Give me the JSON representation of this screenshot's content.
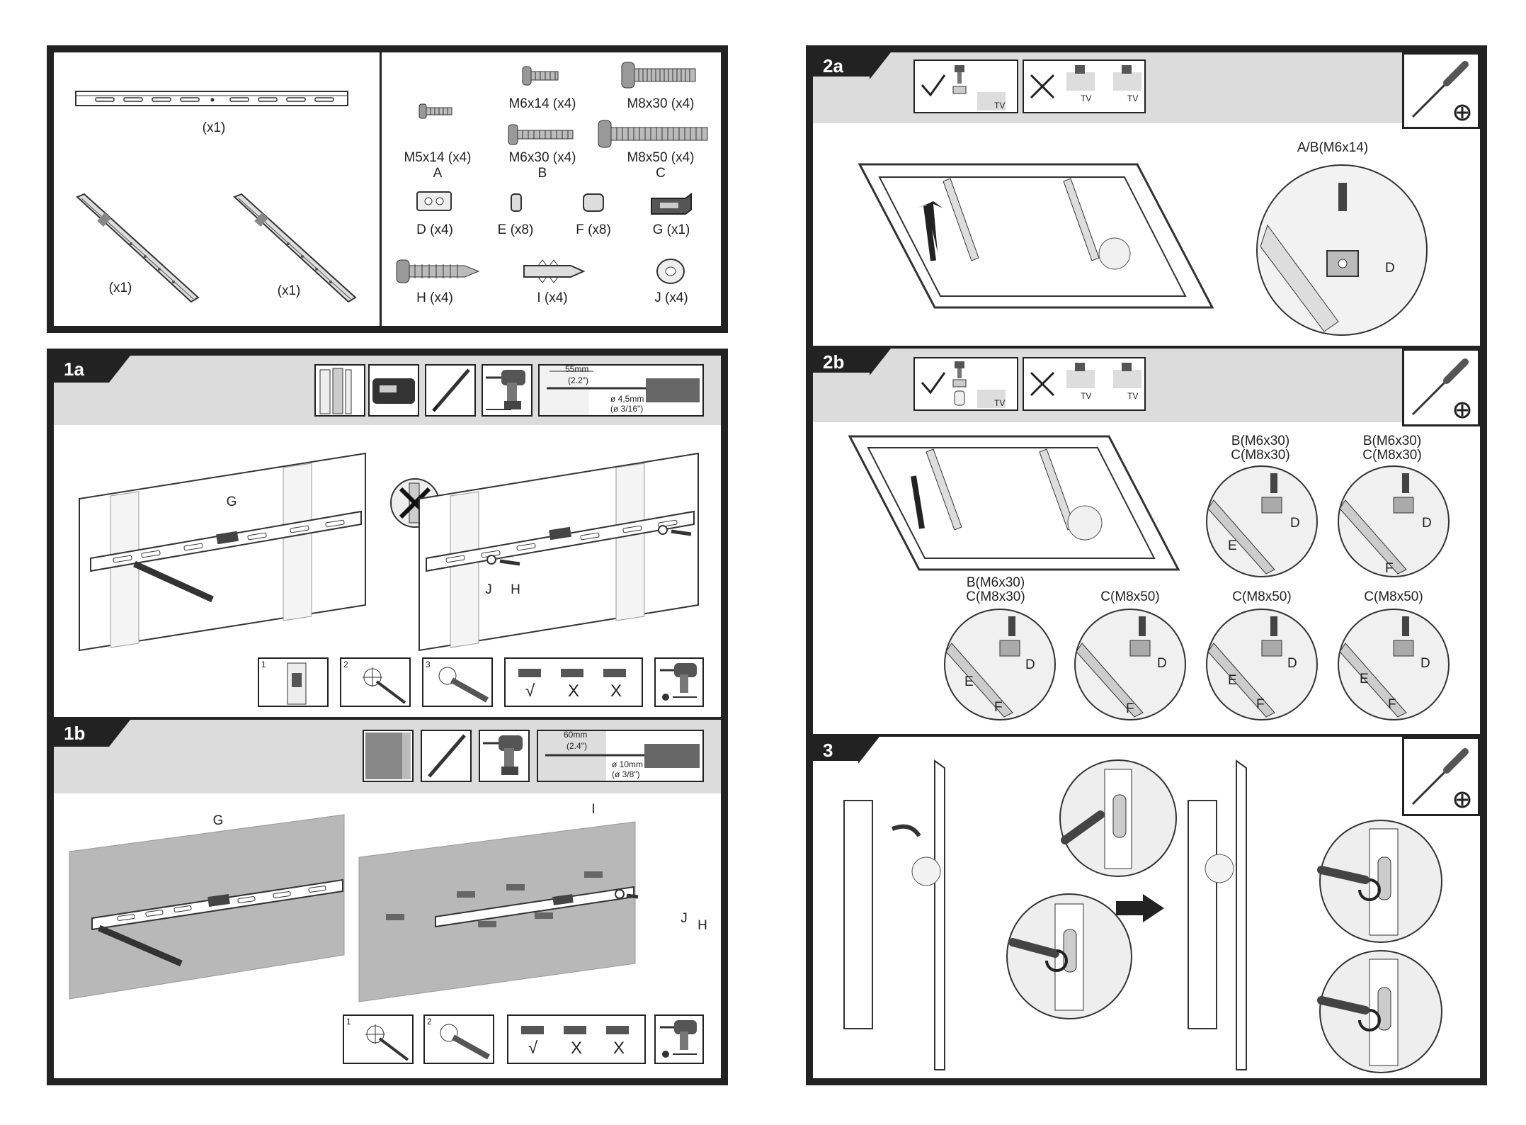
{
  "parts": {
    "rail_qty": "(x1)",
    "arm_left_qty": "(x1)",
    "arm_right_qty": "(x1)",
    "screws": [
      {
        "label": "M5x14 (x4)",
        "letter": "A"
      },
      {
        "label": "M6x14 (x4)",
        "letter": ""
      },
      {
        "label": "M8x30 (x4)",
        "letter": ""
      },
      {
        "label": "M6x30 (x4)",
        "letter": "B"
      },
      {
        "label": "M8x50 (x4)",
        "letter": "C"
      }
    ],
    "hardware": [
      {
        "label": "D (x4)"
      },
      {
        "label": "E (x8)"
      },
      {
        "label": "F (x8)"
      },
      {
        "label": "G (x1)"
      },
      {
        "label": "H  (x4)"
      },
      {
        "label": "I (x4)"
      },
      {
        "label": "J (x4)"
      }
    ]
  },
  "step1a": {
    "tab": "1a",
    "drill_depth": "55mm",
    "drill_depth_in": "(2.2\")",
    "drill_dia": "ø 4,5mm",
    "drill_dia_in": "(ø 3/16\")",
    "label_g": "G",
    "label_j": "J",
    "label_h": "H",
    "sub_steps": [
      "1",
      "2",
      "3"
    ],
    "level_marks": [
      "√",
      "X",
      "X"
    ]
  },
  "step1b": {
    "tab": "1b",
    "drill_depth": "60mm",
    "drill_depth_in": "(2.4\")",
    "drill_dia": "ø 10mm",
    "drill_dia_in": "(ø 3/8\")",
    "label_g": "G",
    "label_i": "I",
    "label_j": "J",
    "label_h": "H",
    "sub_steps": [
      "1",
      "2"
    ],
    "level_marks": [
      "√",
      "X",
      "X"
    ]
  },
  "step2a": {
    "tab": "2a",
    "tv_label": "TV",
    "screw_label": "A/B(M6x14)",
    "label_d": "D"
  },
  "step2b": {
    "tab": "2b",
    "tv_label": "TV",
    "circles": [
      {
        "l1": "B(M6x30)",
        "l2": "C(M8x30)"
      },
      {
        "l1": "B(M6x30)",
        "l2": "C(M8x30)"
      },
      {
        "l1": "B(M6x30)",
        "l2": "C(M8x30)"
      },
      {
        "l1": "C(M8x50)",
        "l2": ""
      },
      {
        "l1": "C(M8x50)",
        "l2": ""
      },
      {
        "l1": "C(M8x50)",
        "l2": ""
      }
    ],
    "label_d": "D",
    "label_e": "E",
    "label_f": "F"
  },
  "step3": {
    "tab": "3"
  },
  "icons": {
    "check": "check-icon",
    "cross": "cross-icon",
    "screwdriver": "screwdriver-icon",
    "drill": "drill-icon",
    "pencil": "pencil-icon",
    "level": "level-icon"
  }
}
